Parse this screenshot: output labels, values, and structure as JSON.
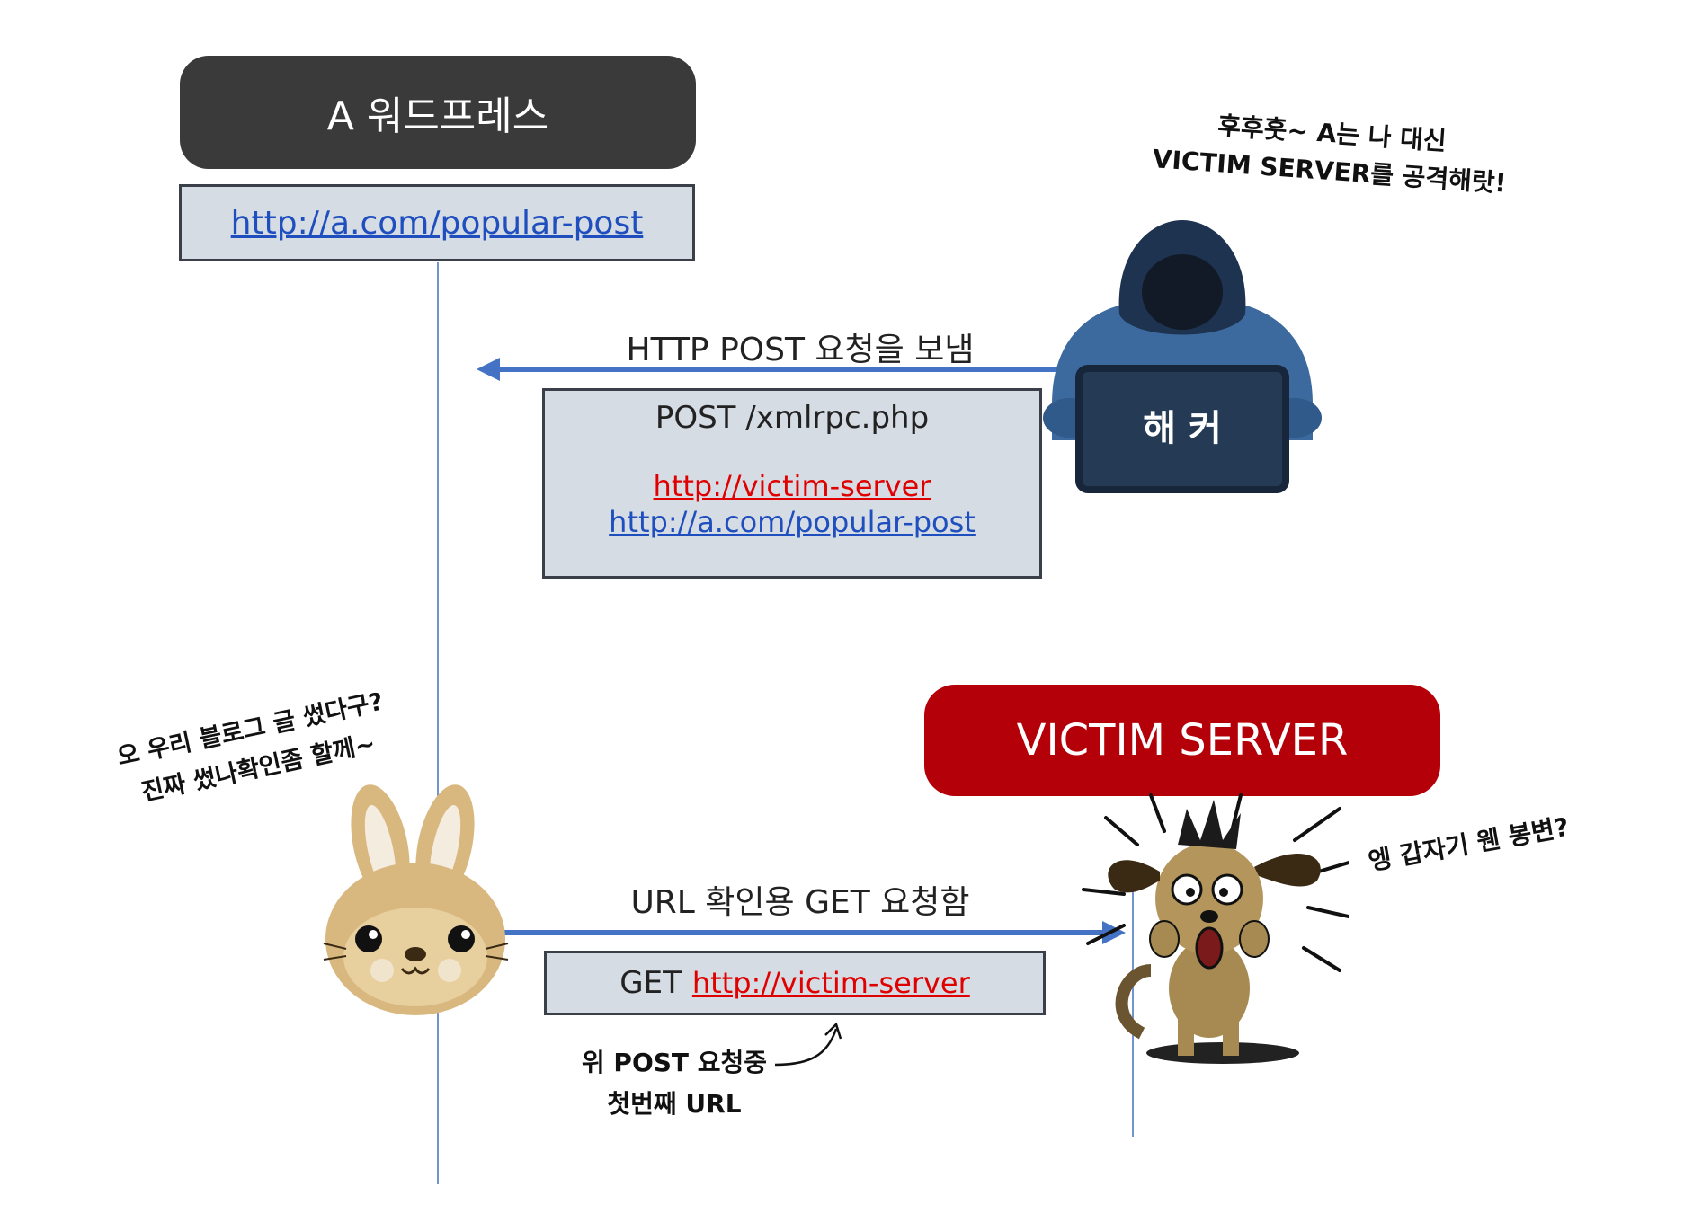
{
  "wordpress": {
    "title": "A 워드프레스",
    "url": "http://a.com/popular-post"
  },
  "hacker": {
    "label": "해 커",
    "speech_line1": "후후훗~ A는 나 대신",
    "speech_line2": "VICTIM SERVER를 공격해랏!"
  },
  "post_request": {
    "arrow_label": "HTTP POST 요청을 보냄",
    "method_line": "POST /xmlrpc.php",
    "victim_url": "http://victim-server",
    "source_url": "http://a.com/popular-post"
  },
  "victim": {
    "title": "VICTIM SERVER",
    "speech": "엥 갑자기 웬 봉변?"
  },
  "bunny": {
    "speech_line1": "오 우리 블로그 글 썼다구?",
    "speech_line2": "진짜 썼나확인좀 할께~"
  },
  "get_request": {
    "arrow_label": "URL 확인용 GET 요청함",
    "method": "GET",
    "url": "http://victim-server",
    "note_line1": "위 POST 요청중",
    "note_line2": "첫번째 URL"
  },
  "colors": {
    "arrow": "#4472c4",
    "victim_red": "#b40008",
    "box_fill": "#d6dce4",
    "dark_title": "#3a3a3a",
    "link_blue": "#1f4fbf",
    "link_red": "#e00000"
  }
}
